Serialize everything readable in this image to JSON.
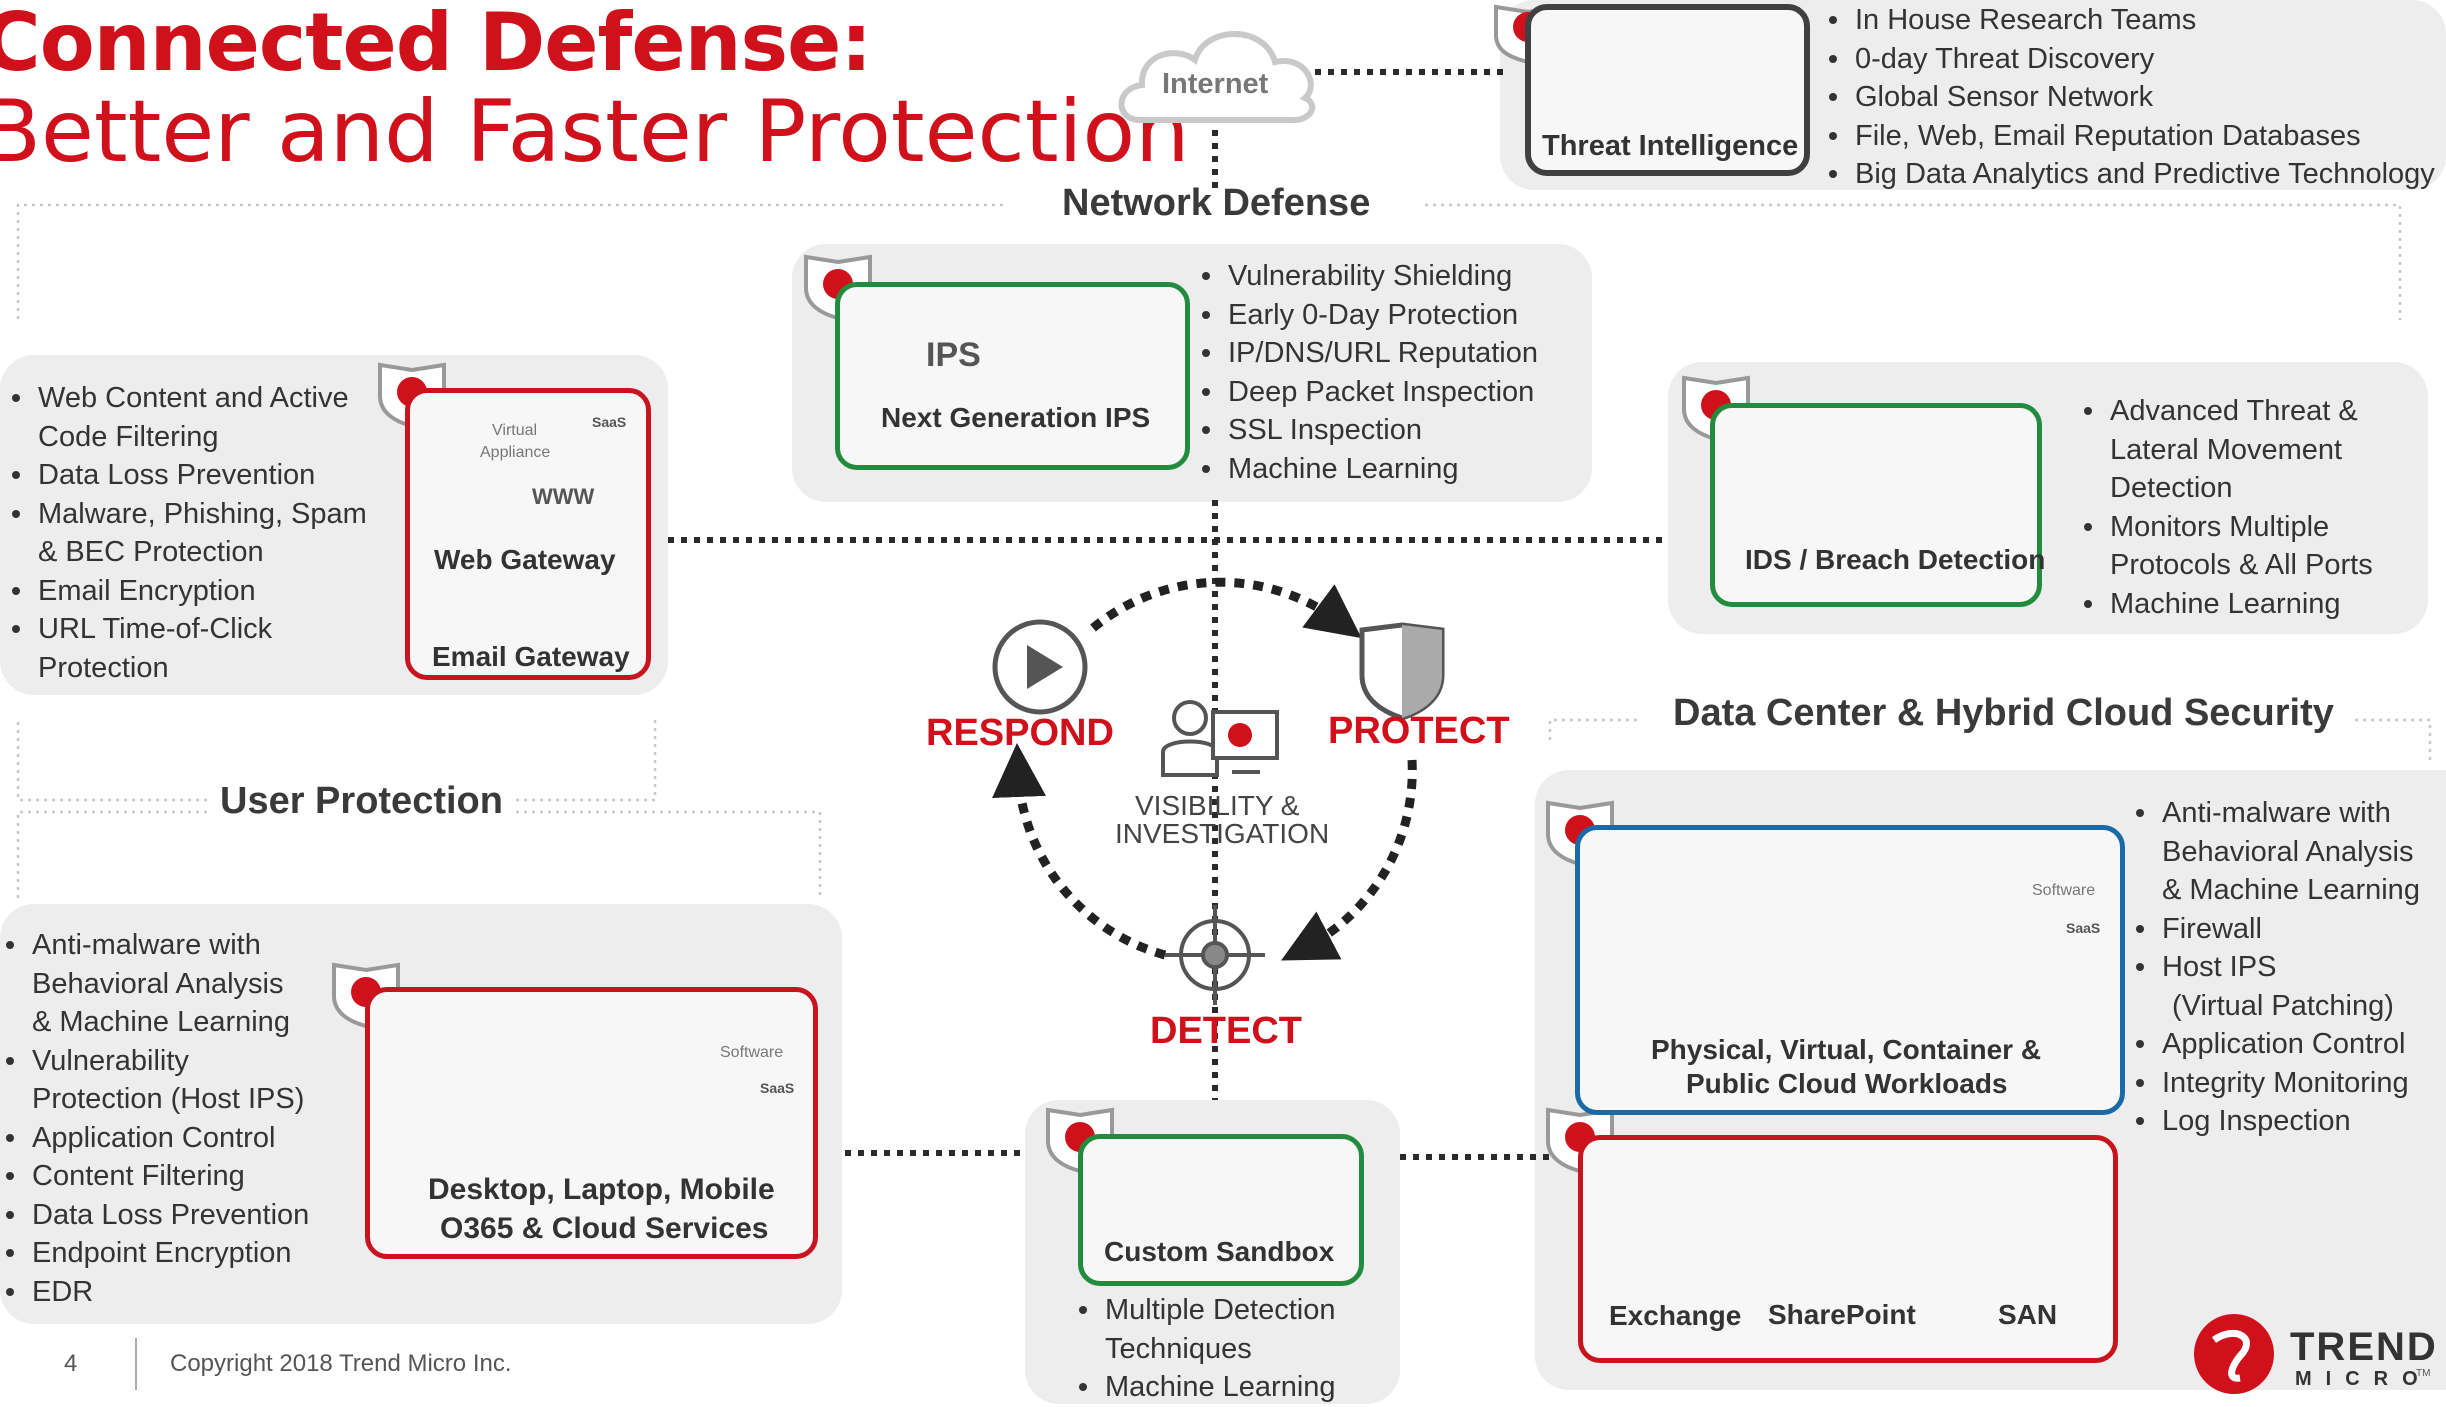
{
  "title": {
    "line1": "Connected Defense:",
    "line2": "Better and Faster Protection"
  },
  "internet": "Internet",
  "threat_intel": {
    "label": "Threat Intelligence",
    "bullets": [
      "In House Research Teams",
      "0-day Threat Discovery",
      "Global Sensor Network",
      "File, Web, Email Reputation Databases",
      "Big Data Analytics and Predictive Technology"
    ]
  },
  "network_defense": {
    "heading": "Network Defense",
    "ips": {
      "badge": "IPS",
      "label": "Next Generation IPS",
      "bullets": [
        "Vulnerability Shielding",
        "Early 0-Day Protection",
        "IP/DNS/URL Reputation",
        "Deep Packet Inspection",
        "SSL Inspection",
        "Machine Learning"
      ]
    },
    "ids": {
      "label": "IDS / Breach Detection",
      "bullets": [
        [
          "Advanced Threat &",
          "Lateral Movement",
          "Detection"
        ],
        [
          "Monitors Multiple",
          "Protocols & All Ports"
        ],
        [
          "Machine Learning"
        ]
      ]
    }
  },
  "gateway": {
    "virtual": "Virtual",
    "appliance": "Appliance",
    "saas": "SaaS",
    "www": "WWW",
    "web_label": "Web Gateway",
    "email_label": "Email Gateway",
    "bullets": [
      [
        "Web Content and Active",
        "Code Filtering"
      ],
      [
        "Data Loss Prevention"
      ],
      [
        "Malware, Phishing, Spam",
        "& BEC Protection"
      ],
      [
        "Email Encryption"
      ],
      [
        "URL Time-of-Click",
        "Protection"
      ]
    ]
  },
  "user_protection": {
    "heading": "User Protection",
    "bullets": [
      [
        "Anti-malware with",
        "Behavioral Analysis",
        "& Machine Learning"
      ],
      [
        "Vulnerability",
        "Protection (Host IPS)"
      ],
      [
        "Application Control"
      ],
      [
        "Content Filtering"
      ],
      [
        "Data Loss Prevention"
      ],
      [
        "Endpoint Encryption"
      ],
      [
        "EDR"
      ]
    ],
    "software": "Software",
    "saas": "SaaS",
    "label1": "Desktop, Laptop, Mobile",
    "label2": "O365 & Cloud Services"
  },
  "cycle": {
    "respond": "RESPOND",
    "protect": "PROTECT",
    "detect": "DETECT",
    "center1": "VISIBILITY &",
    "center2": "INVESTIGATION"
  },
  "sandbox": {
    "label": "Custom Sandbox",
    "bullets": [
      [
        "Multiple Detection",
        "Techniques"
      ],
      [
        "Machine Learning"
      ]
    ]
  },
  "data_center": {
    "heading": "Data Center & Hybrid Cloud Security",
    "software": "Software",
    "saas": "SaaS",
    "workloads1": "Physical, Virtual, Container &",
    "workloads2": "Public Cloud Workloads",
    "bullets": [
      [
        "Anti-malware with",
        "Behavioral Analysis",
        "& Machine Learning"
      ],
      [
        "Firewall"
      ],
      [
        "Host IPS",
        "(Virtual Patching)"
      ],
      [
        "Application Control"
      ],
      [
        "Integrity Monitoring"
      ],
      [
        "Log Inspection"
      ]
    ],
    "exchange": "Exchange",
    "sharepoint": "SharePoint",
    "san": "SAN"
  },
  "footer": {
    "page": "4",
    "copyright": "Copyright 2018 Trend Micro Inc."
  },
  "brand": {
    "name_top": "TREND",
    "name_bottom": "MICRO",
    "tm": "TM"
  },
  "colors": {
    "brand_red": "#d0111b",
    "network_green": "#238b3d",
    "datacenter_blue": "#1a6aa8",
    "panel_gray": "#ededed"
  }
}
